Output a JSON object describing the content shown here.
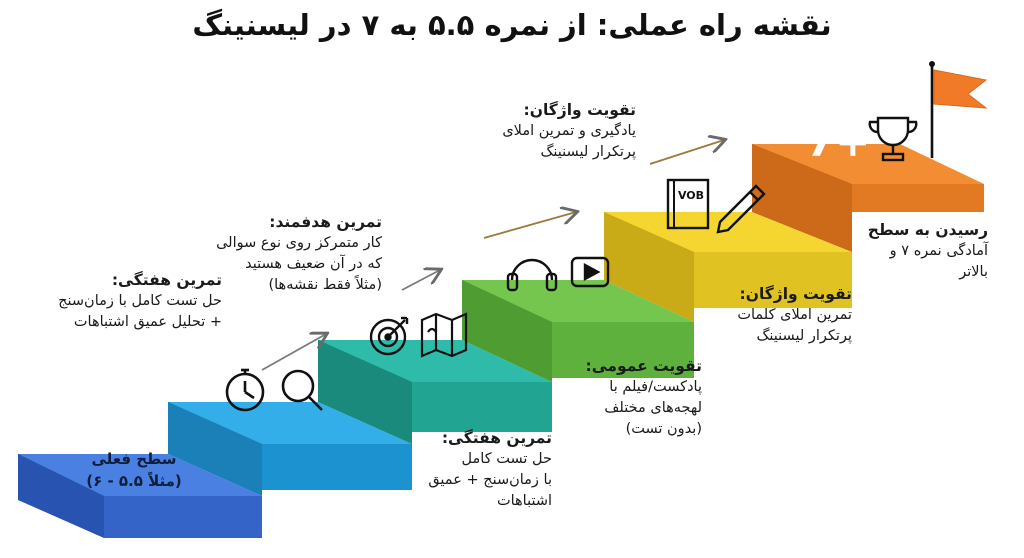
{
  "title": "نقشه راه عملی: از نمره ۵.۵ به ۷ در لیسنینگ",
  "steps": [
    {
      "title": "سطح فعلی",
      "sub": "(مثلاً ۵.۵ - ۶)",
      "color": "#3d73d9"
    },
    {
      "color": "#28a6e2"
    },
    {
      "color": "#26b3a4"
    },
    {
      "color": "#6cc04a"
    },
    {
      "color": "#f2d22c"
    },
    {
      "color": "#f08a2f"
    }
  ],
  "annotations": {
    "a1": {
      "heading": "تمرین هفتگی:",
      "lines": [
        "حل تست کامل با زمان‌سنج",
        "+ تحلیل عمیق اشتباهات"
      ]
    },
    "a2": {
      "heading": "تمرین هدفمند:",
      "lines": [
        "کار متمرکز روی نوع سوالی",
        "که در آن ضعیف هستید",
        "(مثلاً فقط نقشه‌ها)"
      ]
    },
    "a3": {
      "heading": "تقویت واژگان:",
      "lines": [
        "یادگیری و تمرین املای",
        "پرتکرار لیسنینگ"
      ]
    },
    "b1": {
      "heading": "تمرین هفتگی:",
      "lines": [
        "حل تست کامل",
        "با زمان‌سنج + عمیق",
        "اشتباهات"
      ]
    },
    "b2": {
      "heading": "تقویت عمومی:",
      "lines": [
        "پادکست/فیلم با",
        "لهجه‌های مختلف",
        "(بدون تست)"
      ]
    },
    "b3": {
      "heading": "تقویت واژگان:",
      "lines": [
        "تمرین املای کلمات",
        "پرتکرار لیسنینگ"
      ]
    },
    "b4": {
      "heading": "رسیدن به سطح",
      "lines": [
        "آمادگی نمره ۷ و",
        "بالاتر"
      ]
    }
  },
  "icons": {
    "book_label": "VOB",
    "target_score": "7+"
  }
}
